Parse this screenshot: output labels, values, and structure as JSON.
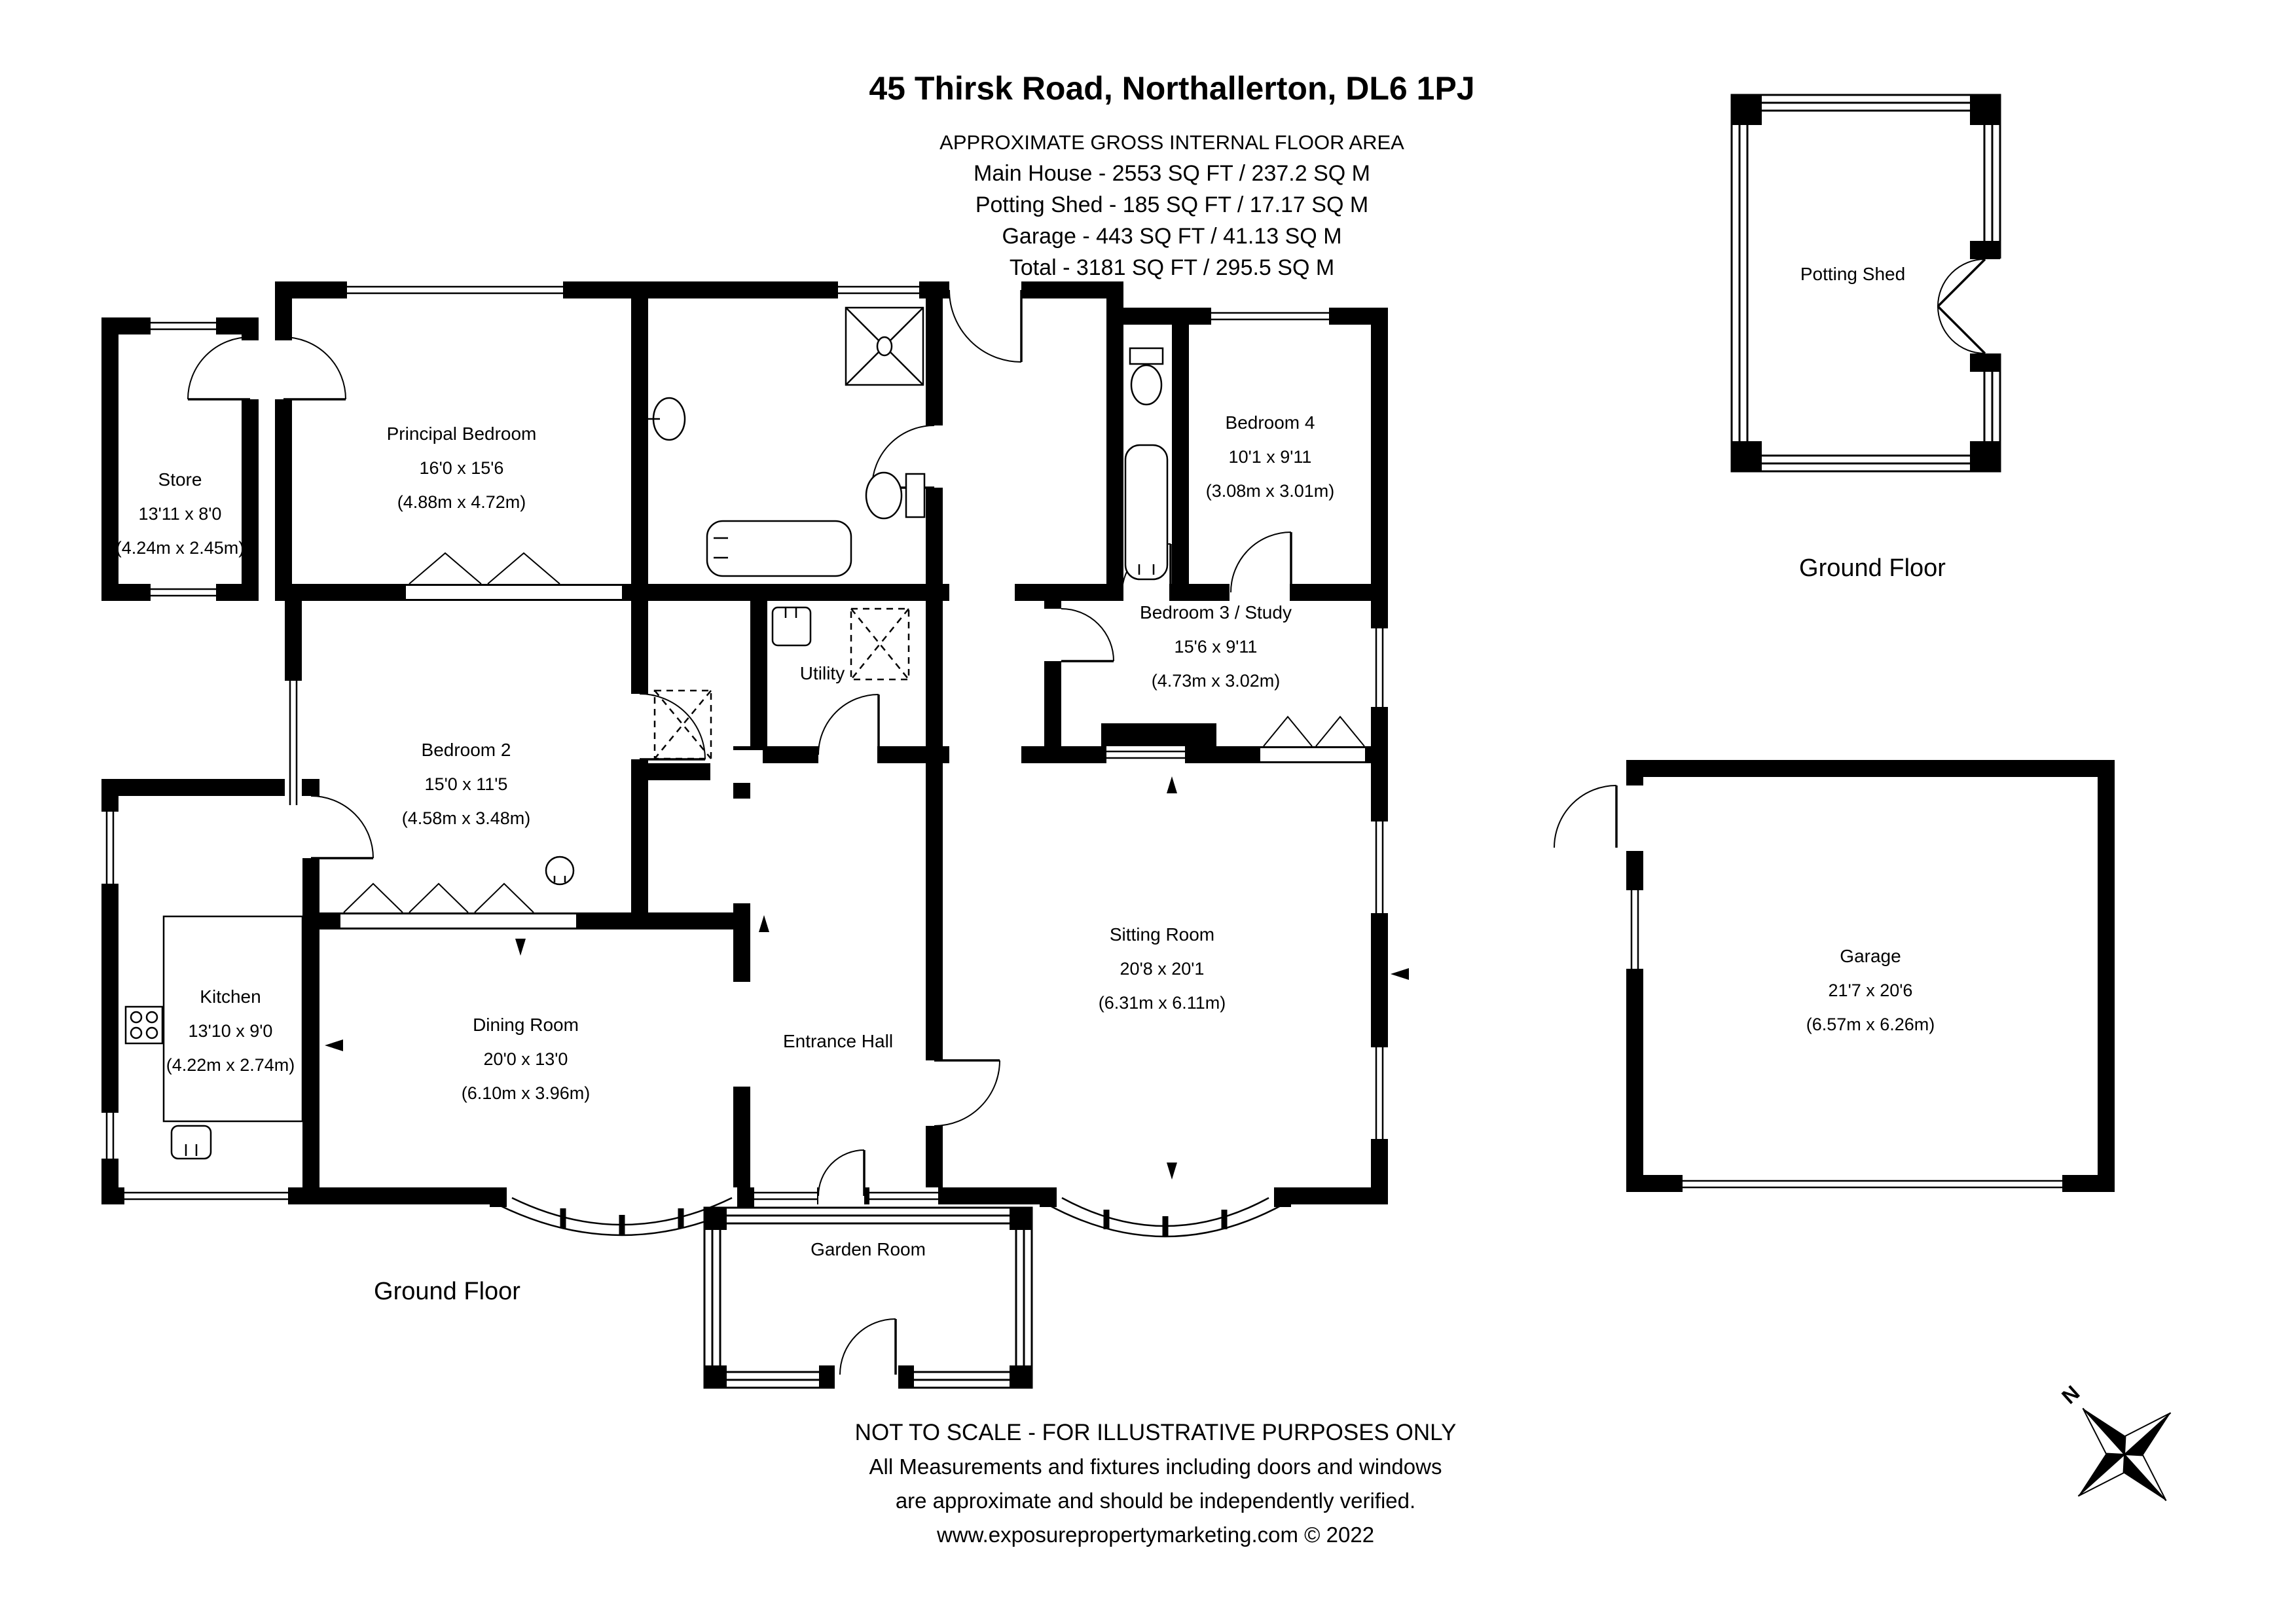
{
  "header": {
    "title": "45 Thirsk Road, Northallerton, DL6 1PJ",
    "subtitle": "APPROXIMATE GROSS INTERNAL FLOOR AREA",
    "area_lines": {
      "main_house": "Main House - 2553 SQ FT / 237.2 SQ M",
      "potting_shed": "Potting Shed - 185 SQ FT / 17.17 SQ M",
      "garage": "Garage - 443 SQ FT / 41.13 SQ M",
      "total": "Total - 3181 SQ FT / 295.5 SQ M"
    }
  },
  "rooms": {
    "store": {
      "name": "Store",
      "size_ft": "13'11 x 8'0",
      "size_m": "(4.24m x 2.45m)"
    },
    "principal_bedroom": {
      "name": "Principal Bedroom",
      "size_ft": "16'0 x 15'6",
      "size_m": "(4.88m x 4.72m)"
    },
    "bedroom_2": {
      "name": "Bedroom 2",
      "size_ft": "15'0 x 11'5",
      "size_m": "(4.58m x 3.48m)"
    },
    "bedroom_3_study": {
      "name": "Bedroom 3 / Study",
      "size_ft": "15'6 x 9'11",
      "size_m": "(4.73m x 3.02m)"
    },
    "bedroom_4": {
      "name": "Bedroom 4",
      "size_ft": "10'1 x 9'11",
      "size_m": "(3.08m x 3.01m)"
    },
    "utility": {
      "name": "Utility"
    },
    "kitchen": {
      "name": "Kitchen",
      "size_ft": "13'10 x 9'0",
      "size_m": "(4.22m x 2.74m)"
    },
    "dining_room": {
      "name": "Dining Room",
      "size_ft": "20'0 x 13'0",
      "size_m": "(6.10m x 3.96m)"
    },
    "entrance_hall": {
      "name": "Entrance Hall"
    },
    "sitting_room": {
      "name": "Sitting Room",
      "size_ft": "20'8 x 20'1",
      "size_m": "(6.31m x 6.11m)"
    },
    "garden_room": {
      "name": "Garden Room"
    },
    "potting_shed": {
      "name": "Potting Shed"
    },
    "garage": {
      "name": "Garage",
      "size_ft": "21'7 x 20'6",
      "size_m": "(6.57m x 6.26m)"
    }
  },
  "floor_labels": {
    "main_house": "Ground Floor",
    "outbuildings": "Ground Floor"
  },
  "compass": {
    "north": "N"
  },
  "footer": {
    "line1": "NOT TO SCALE - FOR ILLUSTRATIVE PURPOSES ONLY",
    "line2": "All Measurements and fixtures including doors and windows",
    "line3": "are approximate and should be independently verified.",
    "line4": "www.exposurepropertymarketing.com © 2022"
  },
  "colors": {
    "ink": "#000000",
    "paper": "#ffffff"
  }
}
